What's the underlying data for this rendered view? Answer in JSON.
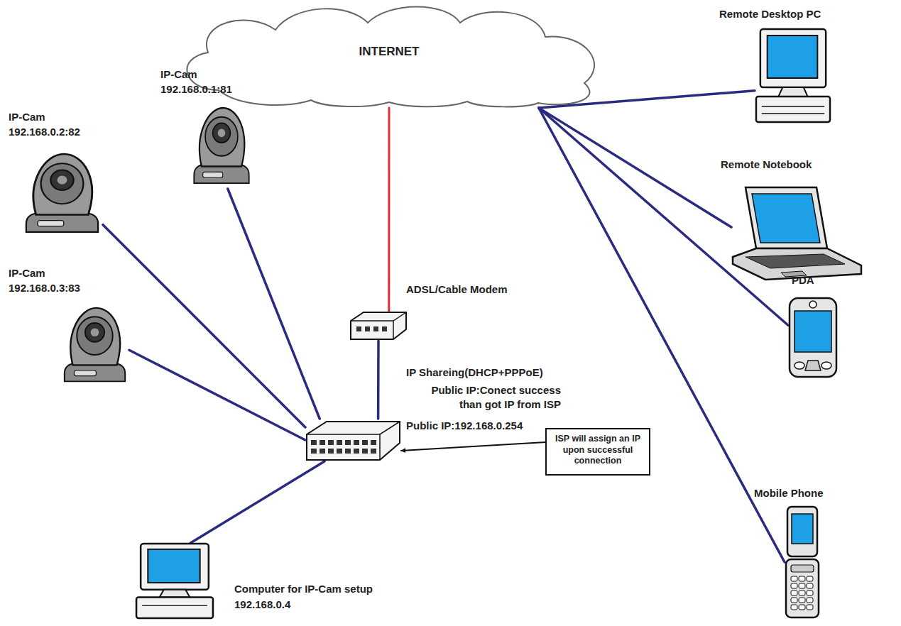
{
  "diagram": {
    "nodes": [
      {
        "text": [
          "INTERNET"
        ]
      },
      {
        "text": [
          "Remote Desktop PC"
        ]
      },
      {
        "text": [
          "Remote Notebook"
        ]
      },
      {
        "text": [
          "IP-Cam",
          "192.168.0.1:81"
        ]
      },
      {
        "text": [
          "IP-Cam",
          "192.168.0.2:82"
        ]
      },
      {
        "text": [
          "ADSL/Cable Modem"
        ]
      },
      {
        "text": [
          "PDA"
        ]
      },
      {
        "text": [
          "IP-Cam",
          "192.168.0.3:83"
        ]
      },
      {
        "text": [
          "IP Shareing(DHCP+PPPoE)",
          "Public IP:Conect success than got IP from ISP",
          "Public IP:192.168.0.254"
        ]
      },
      {
        "text": [
          "ISP will assign an IP upon successful connection"
        ]
      },
      {
        "text": [
          "Mobile Phone"
        ]
      },
      {
        "text": [
          "Computer for IP-Cam setup",
          "192.168.0.4"
        ]
      }
    ],
    "edges": [
      {
        "from": 0,
        "to": 1,
        "arrow": "none"
      },
      {
        "from": 0,
        "to": 2,
        "arrow": "none"
      },
      {
        "from": 0,
        "to": 6,
        "arrow": "none"
      },
      {
        "from": 0,
        "to": 10,
        "arrow": "none"
      },
      {
        "from": 0,
        "to": 5,
        "arrow": "none"
      },
      {
        "from": 5,
        "to": 8,
        "arrow": "none"
      },
      {
        "from": 8,
        "to": 3,
        "arrow": "none"
      },
      {
        "from": 8,
        "to": 4,
        "arrow": "none"
      },
      {
        "from": 8,
        "to": 7,
        "arrow": "none"
      },
      {
        "from": 8,
        "to": 11,
        "arrow": "none"
      },
      {
        "from": 9,
        "to": 8,
        "arrow": "to"
      }
    ]
  }
}
